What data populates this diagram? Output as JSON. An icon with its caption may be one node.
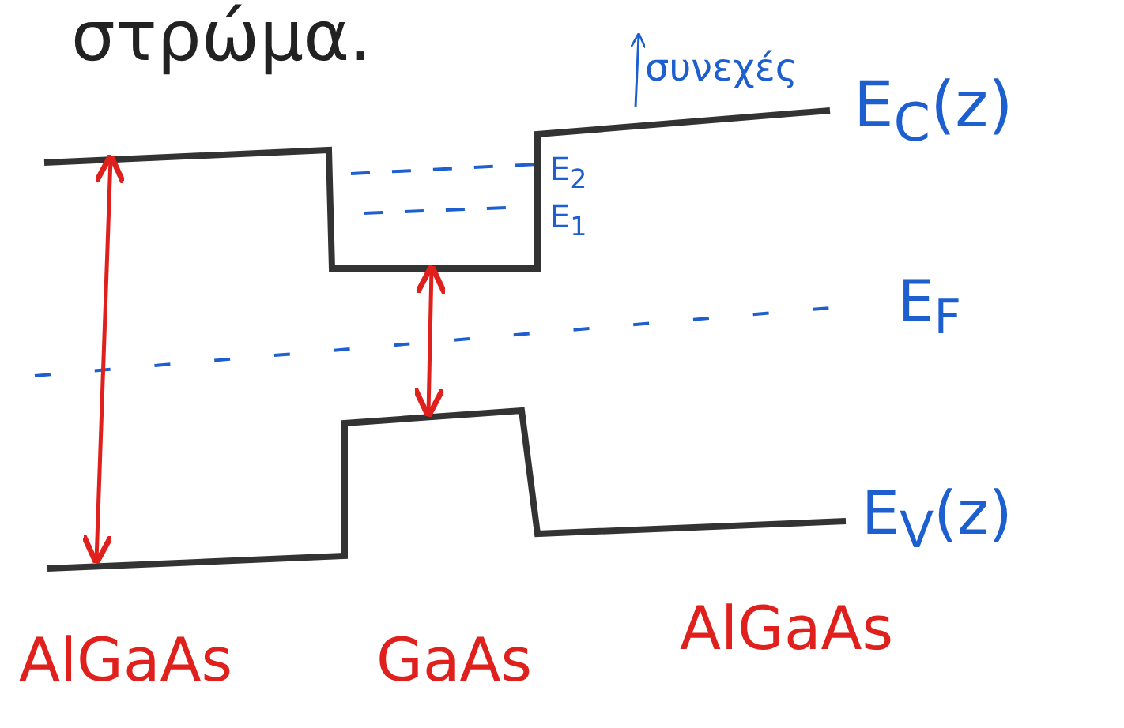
{
  "diagram": {
    "labels": [
      "στρώμα.",
      "συνεχές",
      "E$_{C}$(z)",
      "E$_{2}$",
      "E$_{1}$",
      "E$_{F}$",
      "E$_{V}$(z)",
      "AlGaAs",
      "GaAs",
      "AlGaAs"
    ]
  }
}
